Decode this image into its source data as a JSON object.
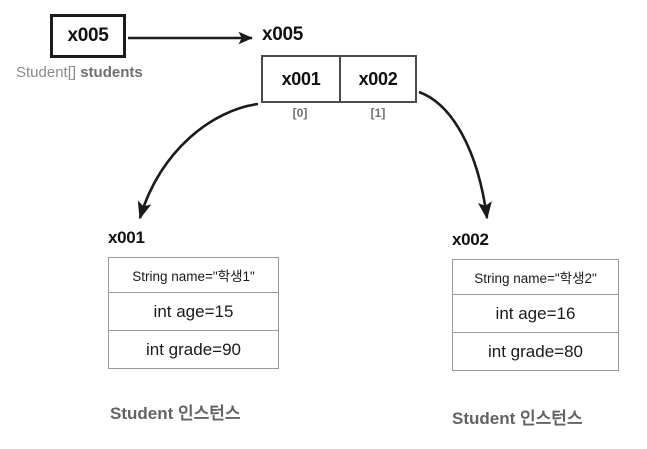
{
  "diagram": {
    "title": "Student array reference diagram",
    "background": "#ffffff",
    "line_color": "#1b1b1b",
    "box_border_color": "#4a4a4a",
    "muted_text_color": "#6f6f6f"
  },
  "reference_variable": {
    "box_value": "x005",
    "declaration_type": "Student[]",
    "declaration_name": "students"
  },
  "array": {
    "address_label": "x005",
    "cells": [
      {
        "value": "x001",
        "index_label": "[0]"
      },
      {
        "value": "x002",
        "index_label": "[1]"
      }
    ]
  },
  "instances": [
    {
      "address_label": "x001",
      "fields": [
        "String name=\"학생1\"",
        "int age=15",
        "int grade=90"
      ],
      "caption": "Student 인스턴스"
    },
    {
      "address_label": "x002",
      "fields": [
        "String name=\"학생2\"",
        "int age=16",
        "int grade=80"
      ],
      "caption": "Student 인스턴스"
    }
  ],
  "arrows": [
    {
      "name": "ref-to-array",
      "from": "x005 variable box",
      "to": "x005 array label"
    },
    {
      "name": "cell0-to-instance0",
      "from": "array cell [0]",
      "to": "x001 instance"
    },
    {
      "name": "cell1-to-instance1",
      "from": "array cell [1]",
      "to": "x002 instance"
    }
  ]
}
